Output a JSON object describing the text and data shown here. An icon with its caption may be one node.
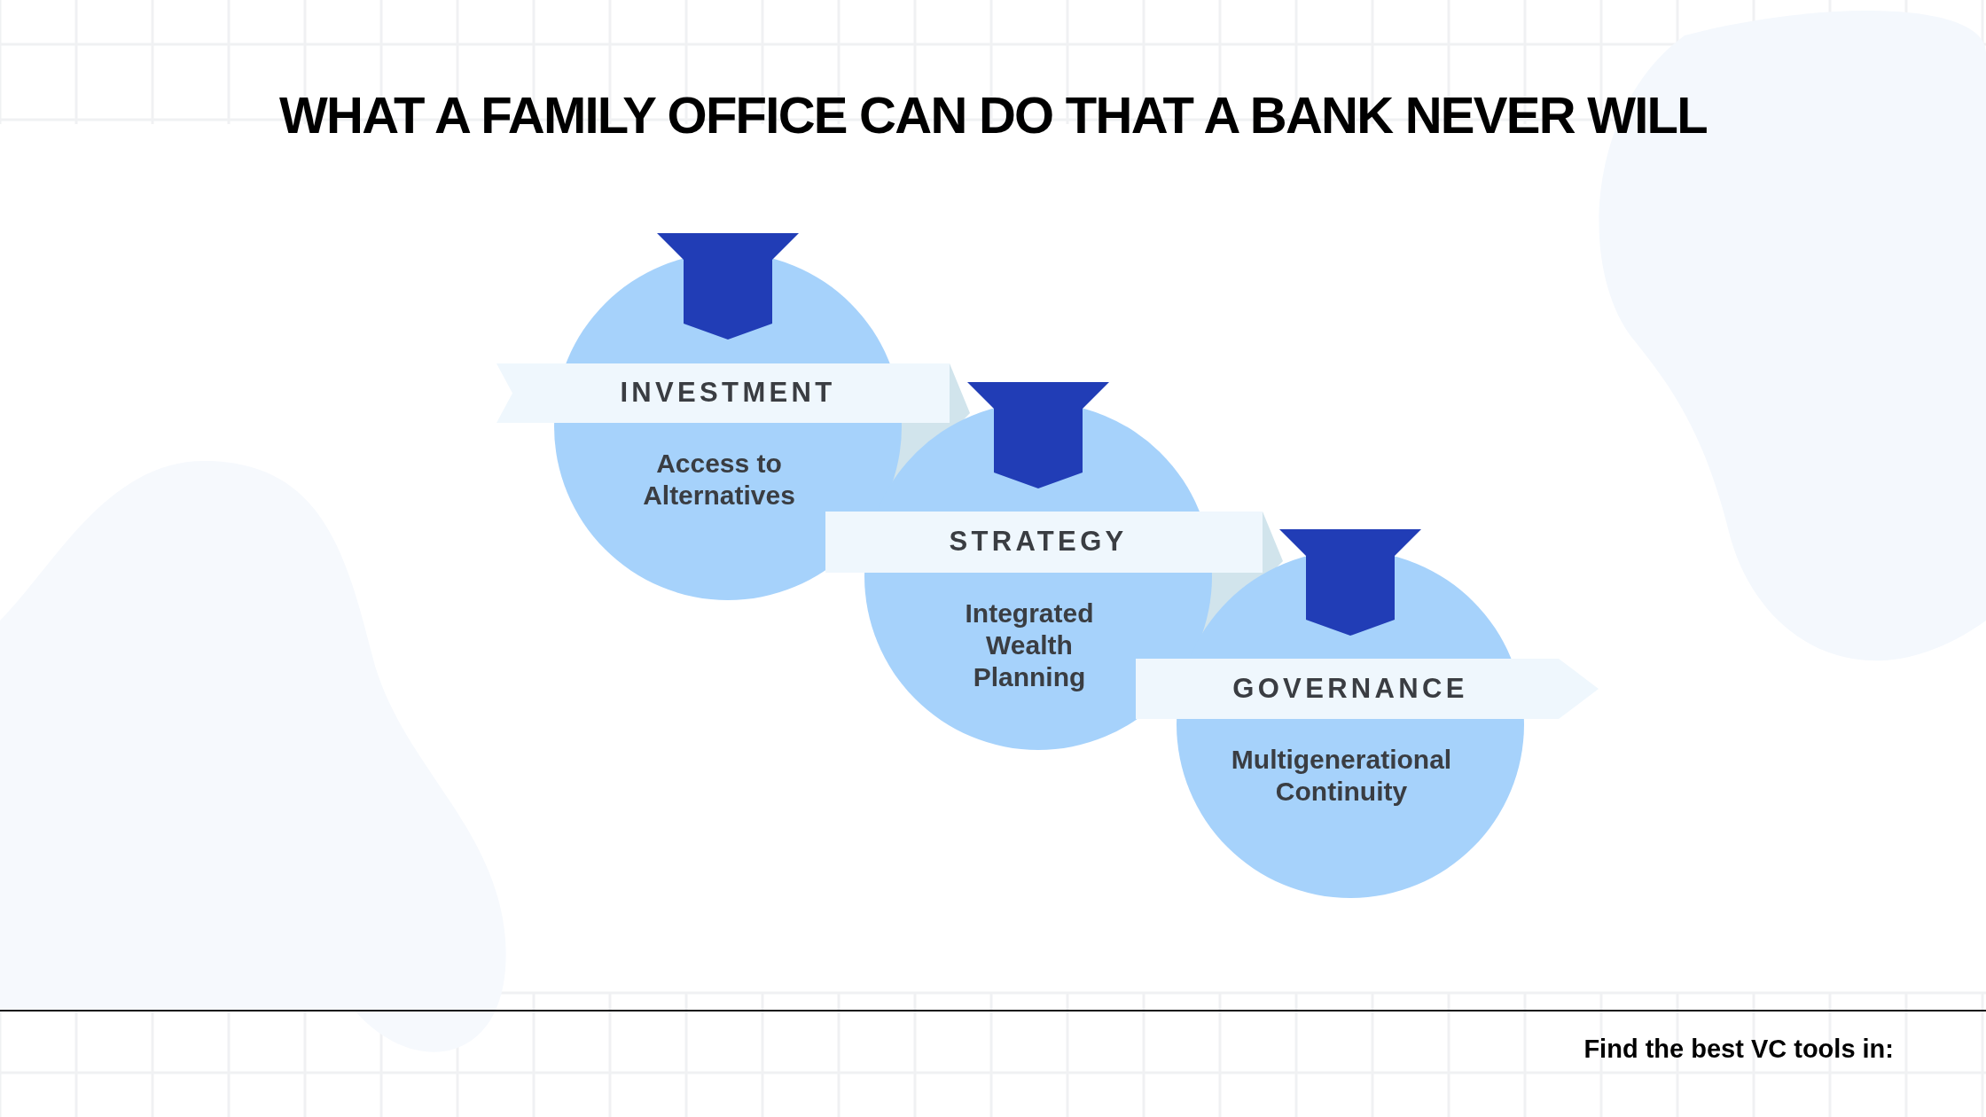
{
  "diagram": {
    "title": "WHAT A FAMILY OFFICE CAN DO THAT A BANK NEVER WILL",
    "nodes": [
      {
        "text": [
          "INVESTMENT",
          "Access to Alternatives"
        ]
      },
      {
        "text": [
          "STRATEGY",
          "Integrated Wealth Planning"
        ]
      },
      {
        "text": [
          "GOVERNANCE",
          "Multigenerational Continuity"
        ]
      }
    ],
    "labels": [
      "Find the best VC tools in:"
    ]
  }
}
